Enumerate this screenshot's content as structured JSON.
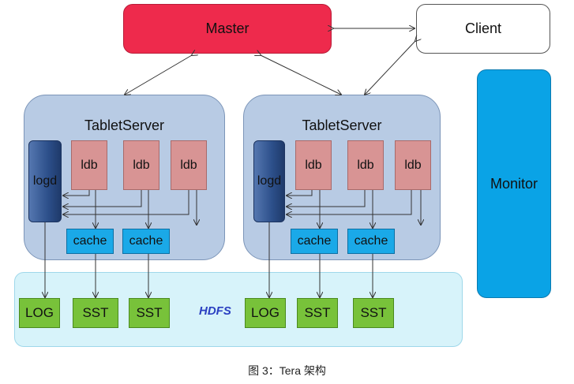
{
  "nodes": {
    "master": "Master",
    "client": "Client",
    "monitor": "Monitor",
    "tabletserver_1": "TabletServer",
    "tabletserver_2": "TabletServer",
    "hdfs": "HDFS"
  },
  "server_1": {
    "logd": "logd",
    "ldb": [
      "ldb",
      "ldb",
      "ldb"
    ],
    "cache": [
      "cache",
      "cache"
    ]
  },
  "server_2": {
    "logd": "logd",
    "ldb": [
      "ldb",
      "ldb",
      "ldb"
    ],
    "cache": [
      "cache",
      "cache"
    ]
  },
  "storage": [
    "LOG",
    "SST",
    "SST",
    "LOG",
    "SST",
    "SST"
  ],
  "caption": "图 3：Tera 架构",
  "colors": {
    "master": "#ee2a4c",
    "monitor": "#0aa3e6",
    "tabletserver": "#b8cbe4",
    "hdfs": "#d7f3fa",
    "ldb": "#d89494",
    "cache": "#1aa9e8",
    "storage": "#78c23a",
    "logd": "#2c4f8a"
  }
}
